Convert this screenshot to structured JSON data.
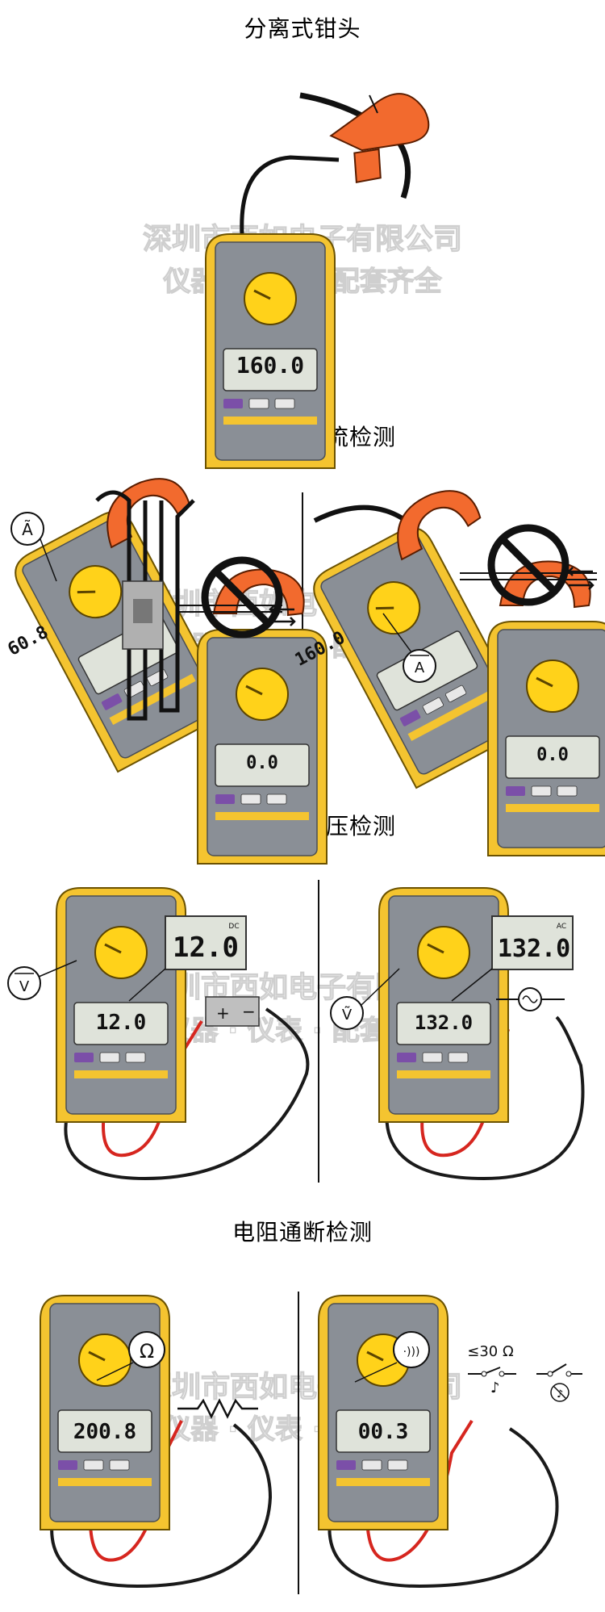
{
  "sections": [
    {
      "title": "分离式钳头"
    },
    {
      "title": "交流直流电流检测"
    },
    {
      "title": "交流直流电压检测"
    },
    {
      "title": "电阻通断检测"
    }
  ],
  "watermark": {
    "line1": "深圳市西如电子有限公司",
    "line2": "仪器 · 仪表 · 配套齐全"
  },
  "displays": {
    "flex_clamp": "160.0",
    "ac_current": "60.8",
    "zero_ac": "0.0",
    "dc_current": "160.0",
    "zero_dc": "0.0",
    "dc_voltage": "12.0",
    "dc_voltage_zoom": "12.0",
    "ac_voltage": "132.0",
    "ac_voltage_zoom": "132.0",
    "resistance": "200.8",
    "continuity": "00.3"
  },
  "symbols": {
    "ac_amp": "Ã",
    "dc_amp": "A",
    "dc_volt": "V",
    "ac_volt": "Ṽ",
    "ohm": "Ω",
    "beep": "·)))",
    "threshold": "≤30 Ω",
    "dc_unit": "DC",
    "ac_unit": "AC",
    "batt_plus": "+",
    "batt_minus": "−"
  },
  "colors": {
    "meter_yellow": "#f4c430",
    "dial_yellow": "#ffd21a",
    "clamp_orange": "#f26a2e",
    "lead_red": "#d6261f",
    "lead_black": "#1a1a1a",
    "panel_gray": "#8a8f96"
  }
}
